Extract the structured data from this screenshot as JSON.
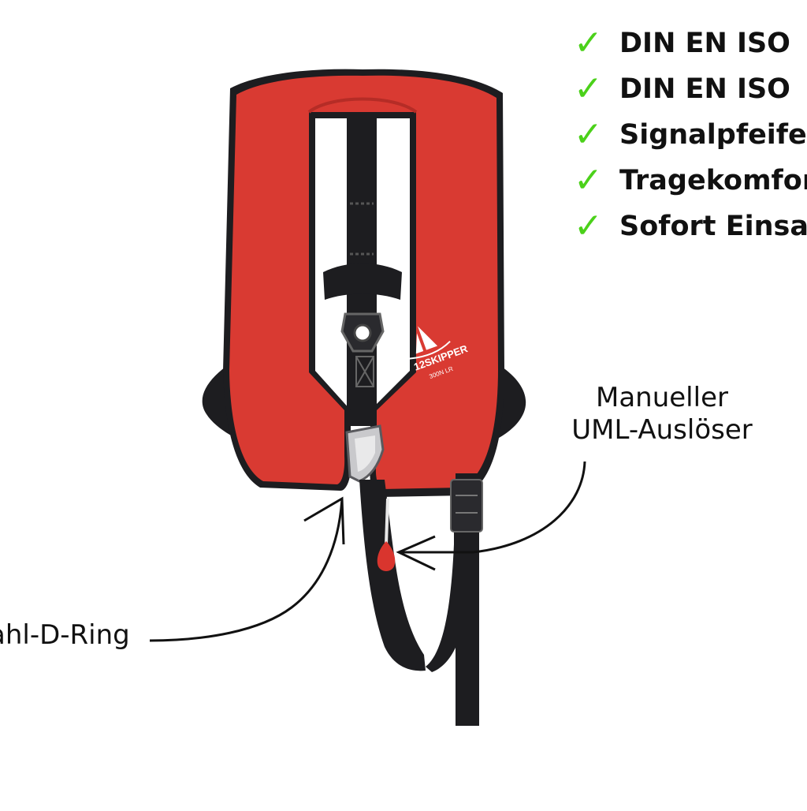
{
  "features": [
    {
      "icon": "check-icon",
      "text": "DIN EN ISO"
    },
    {
      "icon": "check-icon",
      "text": "DIN EN ISO"
    },
    {
      "icon": "check-icon",
      "text": "Signalpfeife"
    },
    {
      "icon": "check-icon",
      "text": "Tragekomfor"
    },
    {
      "icon": "check-icon",
      "text": "Sofort Einsat"
    }
  ],
  "callouts": {
    "uml_line1": "Manueller",
    "uml_line2": "UML-Auslöser",
    "dring": "ahl-D-Ring"
  },
  "product": {
    "brand_logo": "12SKIPPER",
    "model_text": "300N LR",
    "vest_color": "#d93a32",
    "strap_color": "#1a1a1c",
    "accent_check_color": "#4bd11a"
  }
}
